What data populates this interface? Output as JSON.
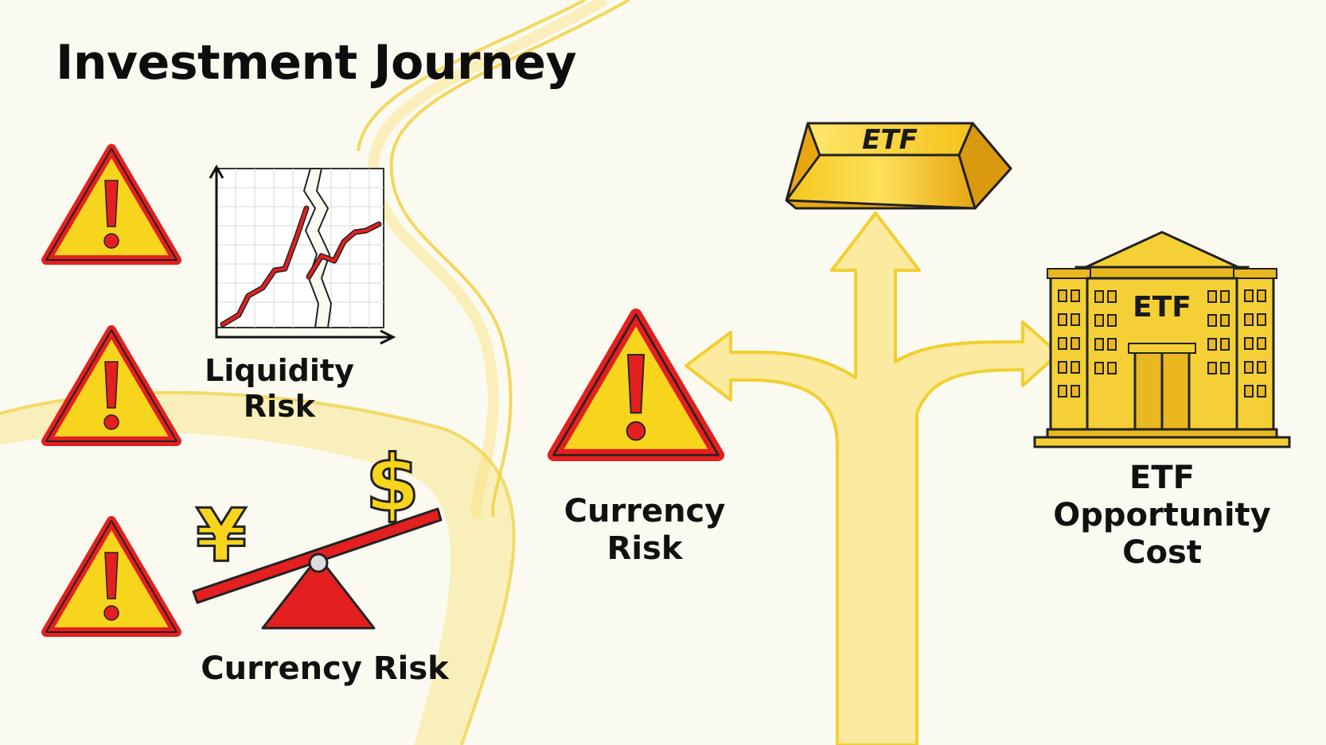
{
  "title": "Investment Journey",
  "labels": {
    "liquidity_risk_line1": "Liquidity",
    "liquidity_risk_line2": "Risk",
    "currency_risk_left": "Currency Risk",
    "currency_risk_mid_line1": "Currency",
    "currency_risk_mid_line2": "Risk",
    "etf_cost_line1": "ETF",
    "etf_cost_line2": "Opportunity",
    "etf_cost_line3": "Cost"
  },
  "icons": {
    "gold_bar_text": "ETF",
    "bank_text": "ETF",
    "warning_mark": "!",
    "dollar_symbol": "$",
    "yen_symbol": "¥"
  },
  "colors": {
    "warning_red": "#e41f1f",
    "warning_yellow": "#f7d51d",
    "path_yellow": "#f8e27a",
    "gold": "#f2c21b",
    "bank_gold": "#f4d036"
  }
}
